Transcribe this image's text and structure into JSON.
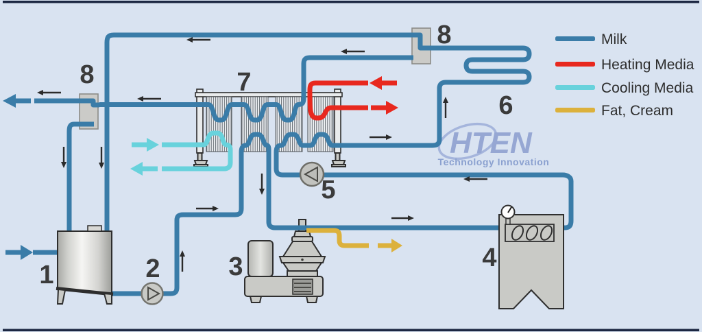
{
  "colors": {
    "background": "#d9e3f1",
    "border": "#1c2742",
    "milk": "#3a7ca8",
    "heating": "#e8281e",
    "cooling": "#68d2dc",
    "fat": "#dcb13c",
    "equipment": "#c9cac6",
    "equipment_stroke": "#2f2f2f",
    "arrow": "#2b2b2b",
    "label": "#3b3b3b",
    "logo": "#96a7d3"
  },
  "legend": {
    "items": [
      {
        "label": "Milk",
        "color": "#3a7ca8"
      },
      {
        "label": "Heating Media",
        "color": "#e8281e"
      },
      {
        "label": "Cooling Media",
        "color": "#68d2dc"
      },
      {
        "label": "Fat, Cream",
        "color": "#dcb13c"
      }
    ]
  },
  "logo": {
    "name": "HTEN",
    "tagline": "Technology Innovation"
  },
  "components": {
    "balance_tank": "1",
    "feed_pump": "2",
    "separator": "3",
    "homogenizer": "4",
    "booster_pump": "5",
    "holding_tube": "6",
    "heat_exchanger": "7",
    "valve_top": "8",
    "valve_left": "8"
  }
}
